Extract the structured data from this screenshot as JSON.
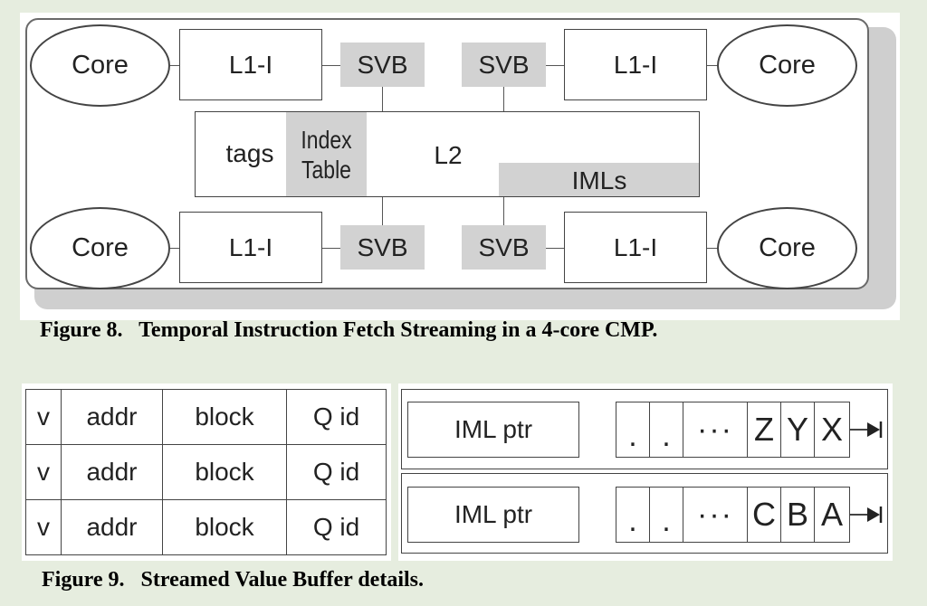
{
  "figure8": {
    "core_label": "Core",
    "l1i_label": "L1-I",
    "svb_label": "SVB",
    "l2": {
      "tags_label": "tags",
      "index_table_line1": "Index",
      "index_table_line2": "Table",
      "l2_label": "L2",
      "imls_label": "IMLs"
    },
    "caption": "Figure 8.   Temporal Instruction Fetch Streaming in a 4-core CMP.",
    "colors": {
      "shaded": "#d2d2d2",
      "background": "#e6eddf"
    }
  },
  "figure9": {
    "table": {
      "columns": [
        "v",
        "addr",
        "block",
        "Q id"
      ],
      "rows": [
        [
          "v",
          "addr",
          "block",
          "Q id"
        ],
        [
          "v",
          "addr",
          "block",
          "Q id"
        ],
        [
          "v",
          "addr",
          "block",
          "Q id"
        ]
      ]
    },
    "queues": [
      {
        "ptr_label": "IML ptr",
        "entries": [
          ".",
          ".",
          "···",
          "Z",
          "Y",
          "X"
        ]
      },
      {
        "ptr_label": "IML ptr",
        "entries": [
          ".",
          ".",
          "···",
          "C",
          "B",
          "A"
        ]
      }
    ],
    "caption": "Figure 9.   Streamed Value Buffer details."
  }
}
